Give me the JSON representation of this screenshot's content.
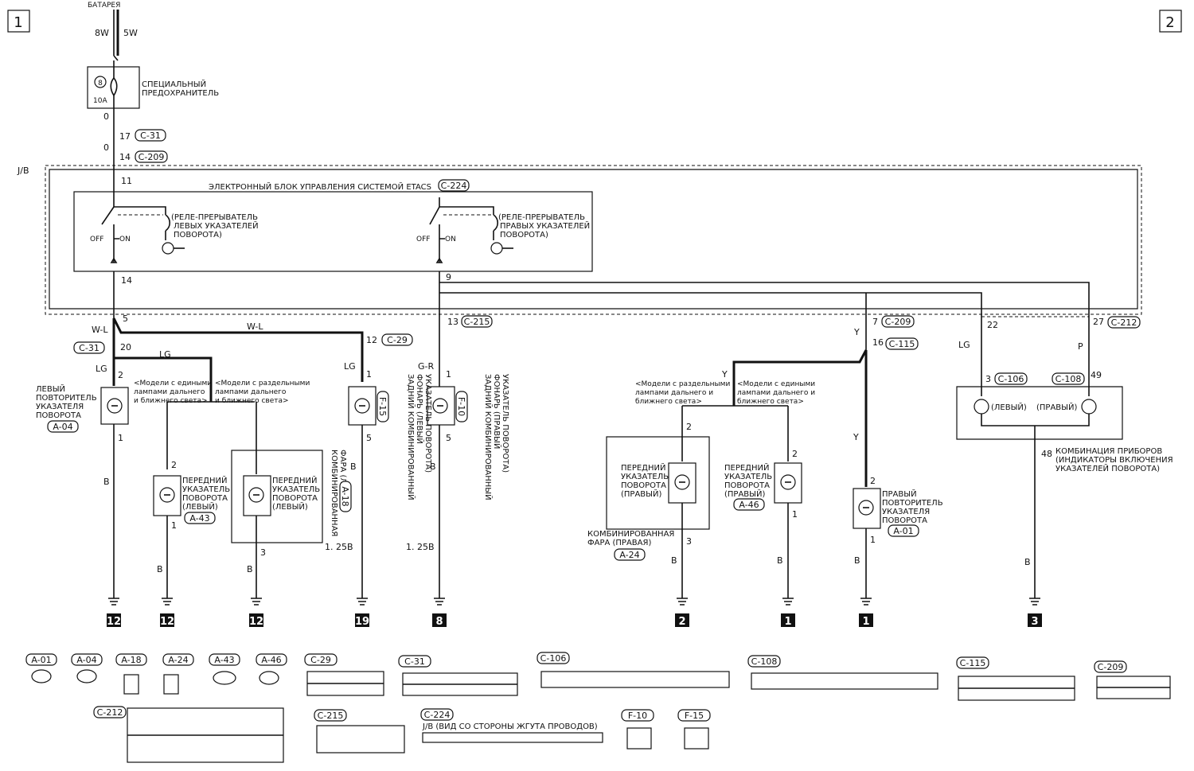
{
  "pages": {
    "left": "1",
    "right": "2"
  },
  "top": {
    "battery": "БАТАРЕЯ",
    "wire_a": "8W",
    "wire_b": "5W",
    "fuse_num": "8",
    "fuse_amp": "10A",
    "fuse_name_1": "СПЕЦИАЛЬНЫЙ",
    "fuse_name_2": "ПРЕДОХРАНИТЕЛЬ",
    "o1": "0",
    "o2": "0",
    "p17": "17",
    "c31": "C-31",
    "p14": "14",
    "c209": "C-209",
    "jb": "J/B",
    "p11": "11"
  },
  "etacs": {
    "title": "ЭЛЕКТРОННЫЙ БЛОК УПРАВЛЕНИЯ СИСТЕМОЙ ETACS",
    "conn": "C-224",
    "left_relay": [
      "(РЕЛЕ-ПРЕРЫВАТЕЛЬ",
      "ЛЕВЫХ УКАЗАТЕЛЕЙ",
      "ПОВОРОТА)"
    ],
    "right_relay": [
      "(РЕЛЕ-ПРЕРЫВАТЕЛЬ",
      "ПРАВЫХ УКАЗАТЕЛЕЙ",
      "ПОВОРОТА)"
    ],
    "off": "OFF",
    "on": "ON",
    "p14": "14",
    "p9": "9"
  },
  "left": {
    "p5": "5",
    "wl1": "W-L",
    "wl2": "W-L",
    "c31": "C-31",
    "p20": "20",
    "lg_top": "LG",
    "lg_side": "LG",
    "p2": "2",
    "p1": "1",
    "b": "B",
    "rep": [
      "ЛЕВЫЙ",
      "ПОВТОРИТЕЛЬ",
      "УКАЗАТЕЛЯ",
      "ПОВОРОТА"
    ],
    "rep_conn": "A-04",
    "combined": [
      "<Модели с едиными",
      "лампами дальнего",
      "и ближнего света>"
    ],
    "separate": [
      "<Модели с раздельными",
      "лампами дальнего",
      "и ближнего света>"
    ],
    "front_l": [
      "ПЕРЕДНИЙ",
      "УКАЗАТЕЛЬ",
      "ПОВОРОТА",
      "(ЛЕВЫЙ)"
    ],
    "front_l_conn": "A-43",
    "front_l2": [
      "ПЕРЕДНИЙ",
      "УКАЗАТЕЛЬ",
      "ПОВОРОТА",
      "(ЛЕВЫЙ)"
    ],
    "head_l": [
      "КОМБИНИРОВАННАЯ",
      "ФАРА (ЛЕВАЯ)"
    ],
    "head_l_conn": "A-18",
    "p3": "3",
    "b125": "1. 25B",
    "p12": "12",
    "c29": "C-29",
    "rear_l": [
      "ЗАДНИЙ КОМБИНИРОВАННЫЙ",
      "ФОНАРЬ (ЛЕВЫЙ",
      "УКАЗАТЕЛЬ ПОВОРОТА)"
    ],
    "rear_l_conn": "F-15",
    "p13": "13",
    "c215": "C-215",
    "gr": "G-R",
    "rear_r": [
      "ЗАДНИЙ КОМБИНИРОВАННЫЙ",
      "ФОНАРЬ (ПРАВЫЙ",
      "УКАЗАТЕЛЬ ПОВОРОТА)"
    ],
    "rear_r_conn": "F-10",
    "b125b": "1. 25B"
  },
  "right": {
    "p7": "7",
    "c209": "C-209",
    "y": "Y",
    "p16": "16",
    "c115": "C-115",
    "y2": "Y",
    "y3": "Y",
    "separate": [
      "<Модели с раздельными",
      "лампами дальнего и",
      "ближнего света>"
    ],
    "combined": [
      "<Модели с едиными",
      "лампами дальнего и",
      "ближнего света>"
    ],
    "front_r": [
      "ПЕРЕДНИЙ",
      "УКАЗАТЕЛЬ",
      "ПОВОРОТА",
      "(ПРАВЫЙ)"
    ],
    "front_r2": [
      "ПЕРЕДНИЙ",
      "УКАЗАТЕЛЬ",
      "ПОВОРОТА",
      "(ПРАВЫЙ)"
    ],
    "front_r2_conn": "A-46",
    "head_r": [
      "КОМБИНИРОВАННАЯ",
      "ФАРА (ПРАВАЯ)"
    ],
    "head_r_conn": "A-24",
    "rep": [
      "ПРАВЫЙ",
      "ПОВТОРИТЕЛЬ",
      "УКАЗАТЕЛЯ",
      "ПОВОРОТА"
    ],
    "rep_conn": "A-01",
    "p22": "22",
    "p27": "27",
    "c212": "C-212",
    "lg": "LG",
    "p": "P",
    "p3": "3",
    "c106": "C-106",
    "c108": "C-108",
    "p49": "49",
    "lev": "(ЛЕВЫЙ)",
    "prav": "(ПРАВЫЙ)",
    "p48": "48",
    "cluster": [
      "КОМБИНАЦИЯ ПРИБОРОВ",
      "(ИНДИКАТОРЫ ВКЛЮЧЕНИЯ",
      "УКАЗАТЕЛЕЙ ПОВОРОТА)"
    ]
  },
  "grounds": [
    "12",
    "12",
    "12",
    "19",
    "8",
    "2",
    "1",
    "1",
    "3"
  ],
  "connectors": {
    "a01": "A-01",
    "a04": "A-04",
    "a18": "A-18",
    "a24": "A-24",
    "a43": "A-43",
    "a46": "A-46",
    "c29": "C-29",
    "c31": "C-31",
    "c106": "C-106",
    "c108": "C-108",
    "c115": "C-115",
    "c209": "C-209",
    "c212": "C-212",
    "c215": "C-215",
    "c224": "C-224",
    "f10": "F-10",
    "f15": "F-15",
    "jb_note": "J/B (ВИД СО СТОРОНЫ ЖГУТА ПРОВОДОВ)"
  }
}
